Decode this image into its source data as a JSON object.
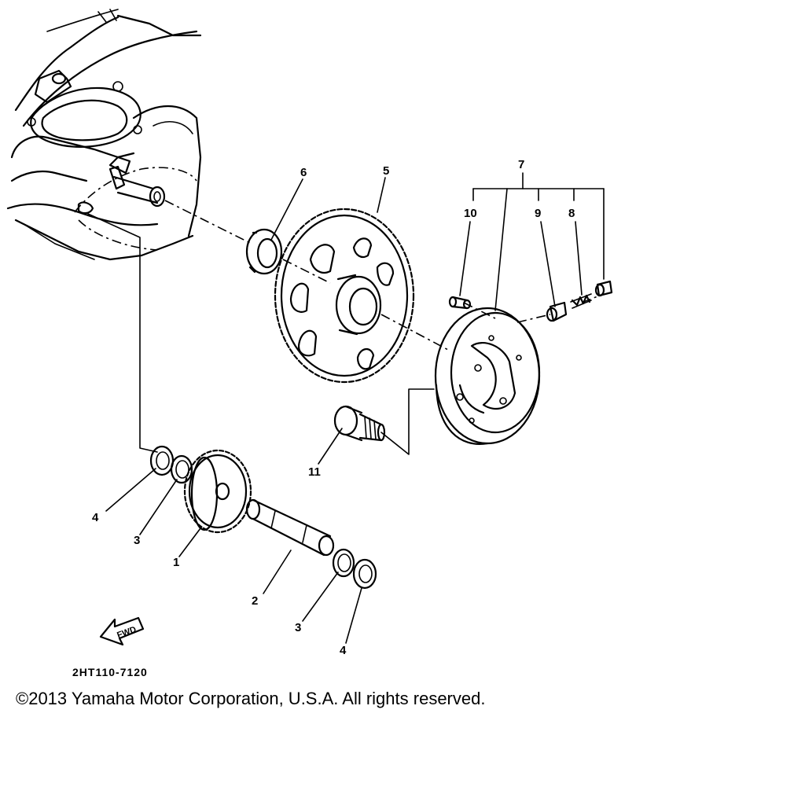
{
  "diagram": {
    "callouts": [
      {
        "id": "c1",
        "label": "1"
      },
      {
        "id": "c2",
        "label": "2"
      },
      {
        "id": "c3a",
        "label": "3"
      },
      {
        "id": "c3b",
        "label": "3"
      },
      {
        "id": "c4a",
        "label": "4"
      },
      {
        "id": "c4b",
        "label": "4"
      },
      {
        "id": "c5",
        "label": "5"
      },
      {
        "id": "c6",
        "label": "6"
      },
      {
        "id": "c7",
        "label": "7"
      },
      {
        "id": "c8",
        "label": "8"
      },
      {
        "id": "c9",
        "label": "9"
      },
      {
        "id": "c10",
        "label": "10"
      },
      {
        "id": "c11",
        "label": "11"
      }
    ],
    "fwd_label": "FWD",
    "diagram_code": "2HT110-7120"
  },
  "footer": {
    "copyright": "©2013 Yamaha Motor Corporation, U.S.A. All rights reserved."
  }
}
